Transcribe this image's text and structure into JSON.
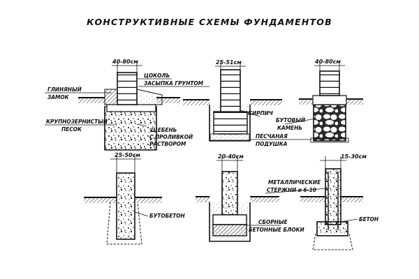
{
  "title": "КОНСТРУКТИВНЫЕ  СХЕМЫ  ФУНДАМЕНТОВ",
  "dimensions": {
    "d1": "40-80см",
    "d2": "25-51см",
    "d3": "40-80см",
    "d4": "25-50см",
    "d5": "20-40см",
    "d6": "15-30см"
  },
  "labels": {
    "tsokol": "ЦОКОЛЬ",
    "zasypka": "ЗАСЫПКА ГРУНТОМ",
    "glinyany_1": "ГЛИНЯНЫЙ",
    "glinyany_2": "ЗАМОК",
    "pesok_1": "КРУПНОЗЕРНИСТЫЙ",
    "pesok_2": "ПЕСОК",
    "scheben_1": "ЩЕБЕНЬ",
    "scheben_2": "С ПРОЛИВКОЙ",
    "scheben_3": "РАСТВОРОМ",
    "kirpich": "КИРПИЧ",
    "butovy_1": "БУТОВЫЙ",
    "butovy_2": "КАМЕНЬ",
    "podushka_1": "ПЕСЧАНАЯ",
    "podushka_2": "ПОДУШКА",
    "butobeton": "БУТОБЕТОН",
    "bloki_1": "СБОРНЫЕ",
    "bloki_2": "БЕТОННЫЕ БЛОКИ",
    "sterzhni_1": "МЕТАЛЛИЧЕСКИЕ",
    "sterzhni_2": "СТЕРЖНИ ø 6-10",
    "beton": "БЕТОН"
  }
}
